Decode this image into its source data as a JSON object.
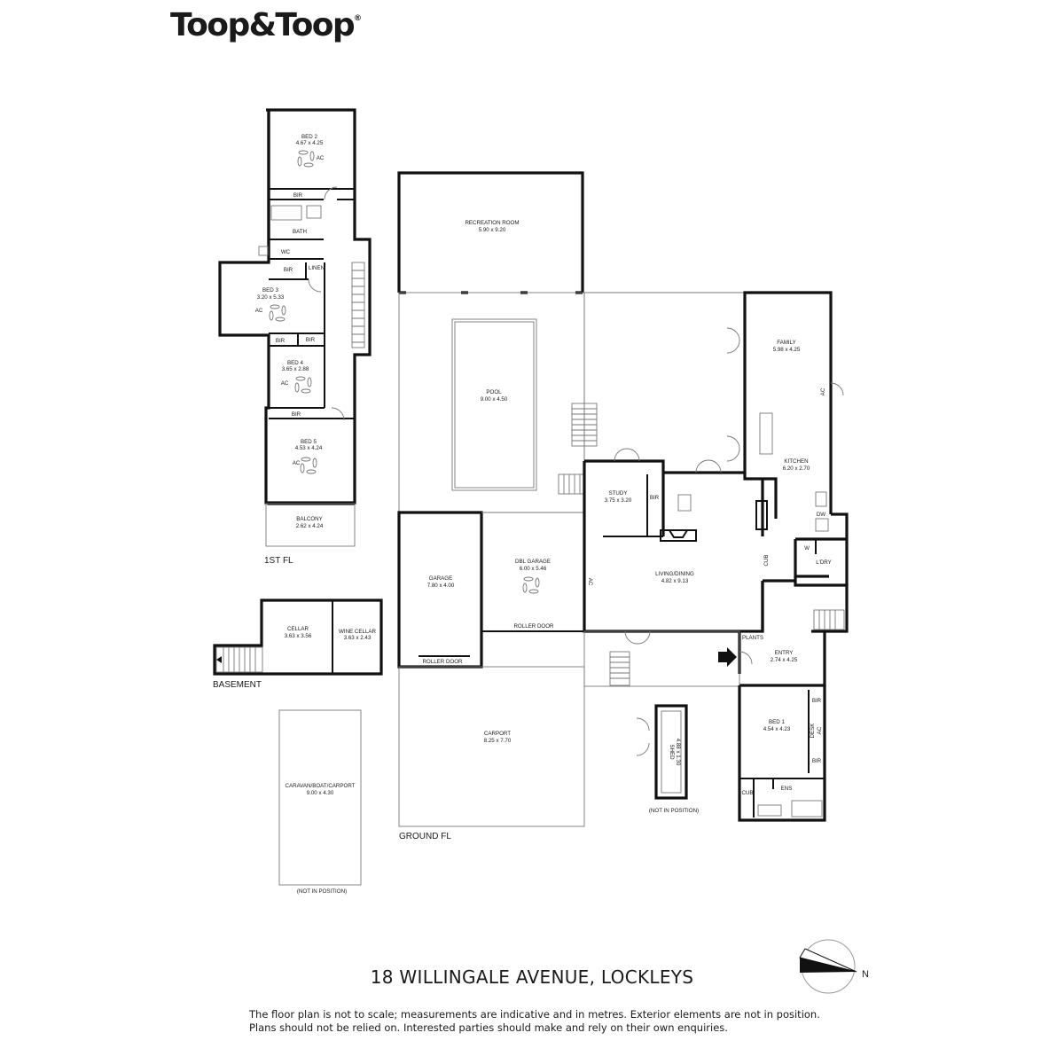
{
  "brand": {
    "logo_text": "Toop&Toop",
    "registered_mark": "®"
  },
  "address": "18 WILLINGALE AVENUE, LOCKLEYS",
  "disclaimer": [
    "The floor plan is not to scale; measurements are indicative and in metres. Exterior elements are not in position.",
    "Plans should not be relied on. Interested parties should make and rely on their own enquiries."
  ],
  "floors": {
    "first": "1ST FL",
    "basement": "BASEMENT",
    "ground": "GROUND FL"
  },
  "rooms": {
    "bed2": {
      "name": "BED 2",
      "dims": "4.67 x 4.25"
    },
    "bath": {
      "name": "BATH"
    },
    "wc": {
      "name": "WC"
    },
    "linen": {
      "name": "LINEN"
    },
    "bed3": {
      "name": "BED 3",
      "dims": "3.20 x 5.33"
    },
    "bed4": {
      "name": "BED 4",
      "dims": "3.65 x 2.88"
    },
    "bed5": {
      "name": "BED 5",
      "dims": "4.53 x 4.24"
    },
    "balcony": {
      "name": "BALCONY",
      "dims": "2.62 x 4.24"
    },
    "cellar": {
      "name": "CELLAR",
      "dims": "3.63 x 3.56"
    },
    "wine_cellar": {
      "name": "WINE CELLAR",
      "dims": "3.63 x 2.43"
    },
    "caravan": {
      "name": "CARAVAN/BOAT/CARPORT",
      "dims": "9.00 x 4.30",
      "note": "(NOT IN POSITION)"
    },
    "recreation": {
      "name": "RECREATION ROOM",
      "dims": "5.90 x 9.20"
    },
    "pool": {
      "name": "POOL",
      "dims": "9.00 x 4.50"
    },
    "garage": {
      "name": "GARAGE",
      "dims": "7.80 x 4.00"
    },
    "dbl_garage": {
      "name": "DBL GARAGE",
      "dims": "6.00 x 5.46"
    },
    "carport": {
      "name": "CARPORT",
      "dims": "8.25 x 7.70"
    },
    "study": {
      "name": "STUDY",
      "dims": "3.75 x 3.20"
    },
    "living": {
      "name": "LIVING/DINING",
      "dims": "4.82 x 9.13"
    },
    "family": {
      "name": "FAMILY",
      "dims": "5.98 x 4.25"
    },
    "kitchen": {
      "name": "KITCHEN",
      "dims": "6.20 x 2.70"
    },
    "laundry": {
      "name": "L'DRY"
    },
    "entry": {
      "name": "ENTRY",
      "dims": "2.74 x 4.25"
    },
    "bed1": {
      "name": "BED 1",
      "dims": "4.54 x 4.23"
    },
    "ens": {
      "name": "ENS"
    },
    "shed": {
      "name": "SHED",
      "dims": "4.88 x 1.30",
      "note": "(NOT IN POSITION)"
    }
  },
  "labels": {
    "bir": "BIR",
    "ac": "AC",
    "cub": "CUB",
    "dw": "DW",
    "w": "W",
    "desk": "DESK",
    "plants": "PLANTS",
    "roller_door": "ROLLER DOOR"
  },
  "compass": {
    "north": "N"
  }
}
